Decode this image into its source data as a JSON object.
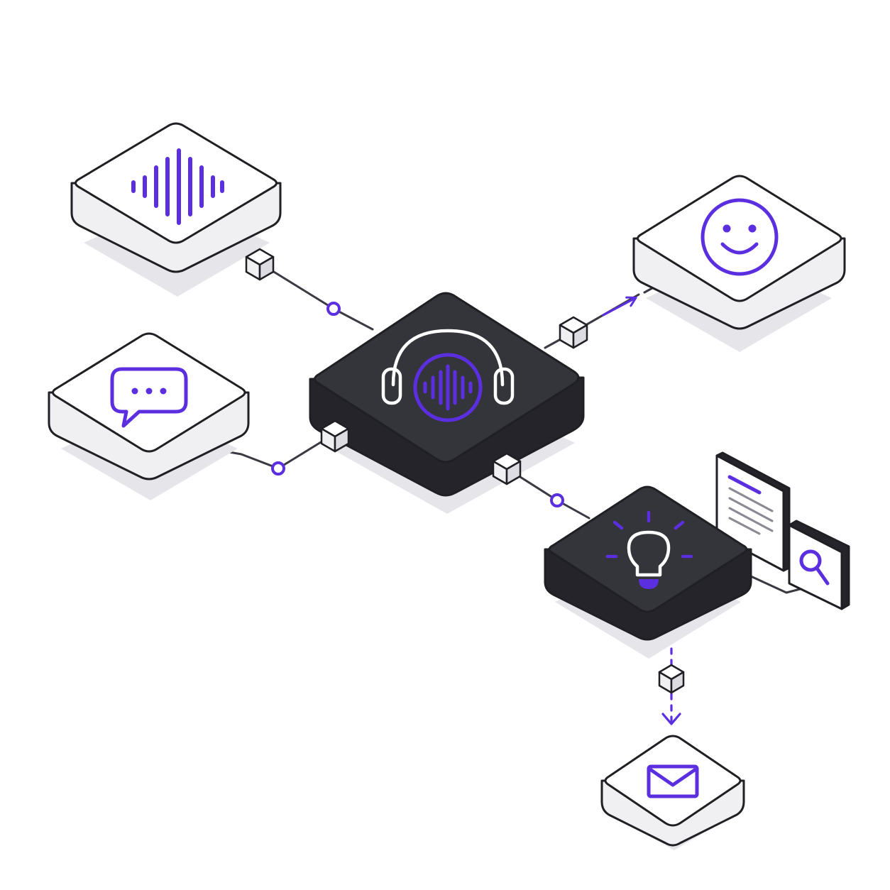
{
  "colors": {
    "background": "#ffffff",
    "outline": "#1f1f24",
    "light_top": "#ffffff",
    "light_side": "#f0f0f3",
    "dark_top": "#34343b",
    "dark_side": "#24242a",
    "shadow": "#e6e6ea",
    "accent": "#5b2fe0",
    "connector": "#3a3a42",
    "icon_light": "#ffffff"
  },
  "diagram": {
    "hub": {
      "kind": "dark",
      "icon": "headset-waveform-icon"
    },
    "nodes": [
      {
        "id": "audio-input",
        "kind": "light",
        "icon": "sound-wave-icon"
      },
      {
        "id": "chat-input",
        "kind": "light",
        "icon": "chat-bubble-icon"
      },
      {
        "id": "sentiment-output",
        "kind": "light",
        "icon": "smiley-face-icon"
      },
      {
        "id": "insight-engine",
        "kind": "dark",
        "icon": "lightbulb-icon"
      },
      {
        "id": "email-output",
        "kind": "light",
        "icon": "envelope-icon"
      },
      {
        "id": "document-card",
        "kind": "panel",
        "icon": "document-lines-icon"
      },
      {
        "id": "search-card",
        "kind": "panel",
        "icon": "magnifier-icon"
      }
    ],
    "edges": [
      {
        "from": "audio-input",
        "to": "hub",
        "style": "solid"
      },
      {
        "from": "chat-input",
        "to": "hub",
        "style": "solid"
      },
      {
        "from": "hub",
        "to": "sentiment-output",
        "style": "arrow"
      },
      {
        "from": "hub",
        "to": "insight-engine",
        "style": "solid"
      },
      {
        "from": "insight-engine",
        "to": "email-output",
        "style": "dashed-arrow"
      },
      {
        "from": "insight-engine",
        "to": "search-card",
        "style": "solid"
      }
    ]
  }
}
